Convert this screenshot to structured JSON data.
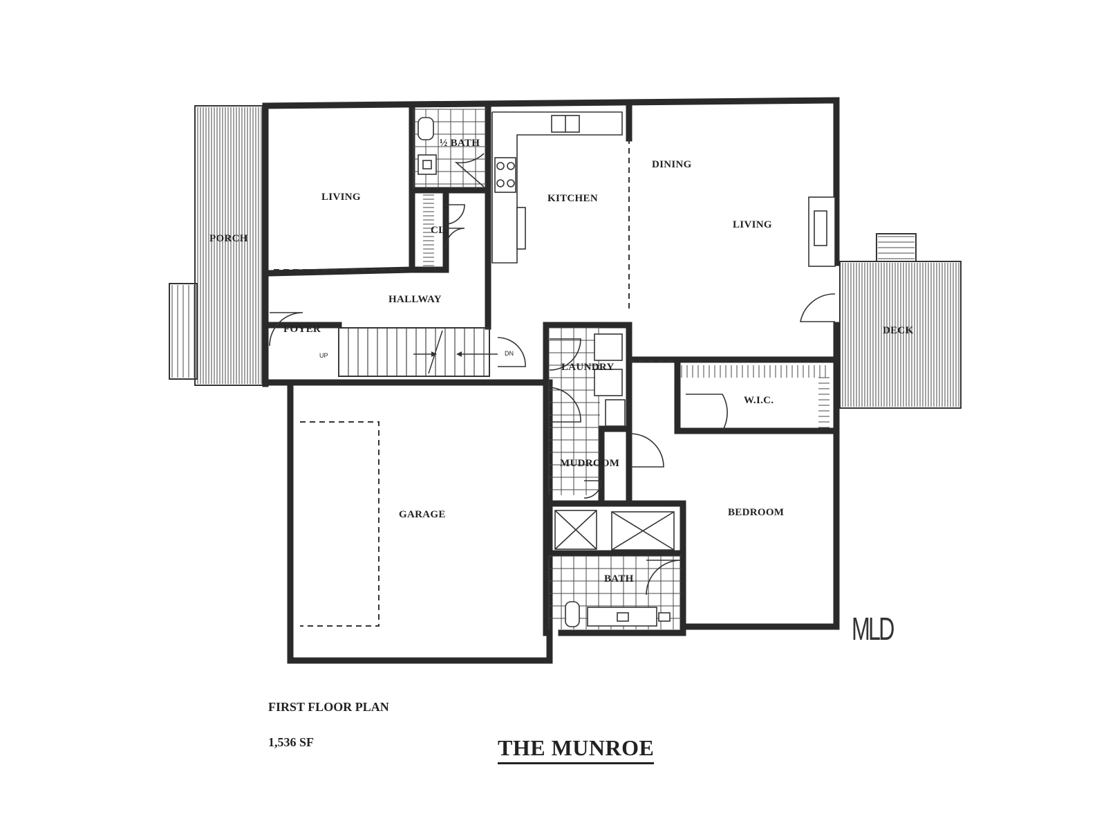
{
  "rooms": {
    "porch": "PORCH",
    "living_left": "LIVING",
    "half_bath": "½ BATH",
    "closet": "CL.",
    "kitchen": "KITCHEN",
    "dining": "DINING",
    "living_right": "LIVING",
    "hallway": "HALLWAY",
    "foyer": "FOYER",
    "laundry": "LAUNDRY",
    "wic": "W.I.C.",
    "deck": "DECK",
    "mudroom": "MUDROOM",
    "garage": "GARAGE",
    "bedroom": "BEDROOM",
    "bath": "BATH"
  },
  "stairs": {
    "up": "UP",
    "down": "DN"
  },
  "title_block": {
    "plan_name": "FIRST FLOOR PLAN",
    "area": "1,536 SF",
    "project": "THE MUNROE"
  },
  "designer_mark": "MLD"
}
